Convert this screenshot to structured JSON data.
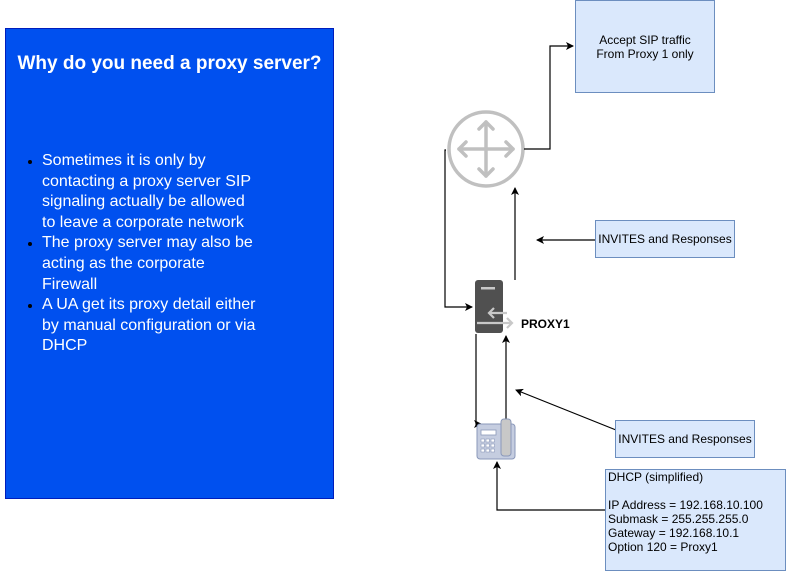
{
  "panel": {
    "title": "Why do you need a proxy server?",
    "bullets": [
      "Sometimes it is only by contacting a proxy server SIP signaling actually be allowed to leave a corporate network",
      "The proxy server may also be acting as the corporate Firewall",
      "A UA get its proxy detail either by manual configuration or via DHCP"
    ],
    "background_color": "#0050ef"
  },
  "nodes": {
    "router": {
      "icon": "router-icon"
    },
    "proxy": {
      "icon": "proxy-server-icon",
      "label": "PROXY1"
    },
    "phone": {
      "icon": "ip-phone-icon"
    }
  },
  "notes": {
    "firewall": "Accept SIP traffic From Proxy 1 only",
    "invites_upper": "INVITES and Responses",
    "invites_lower": "INVITES and Responses",
    "dhcp": {
      "title": "DHCP (simplified)",
      "lines": [
        "IP Address = 192.168.10.100",
        "Submask = 255.255.255.0",
        "Gateway = 192.168.10.1",
        "Option 120 = Proxy1"
      ]
    },
    "fill_color": "#dae8fc",
    "stroke_color": "#6c8ebf"
  }
}
